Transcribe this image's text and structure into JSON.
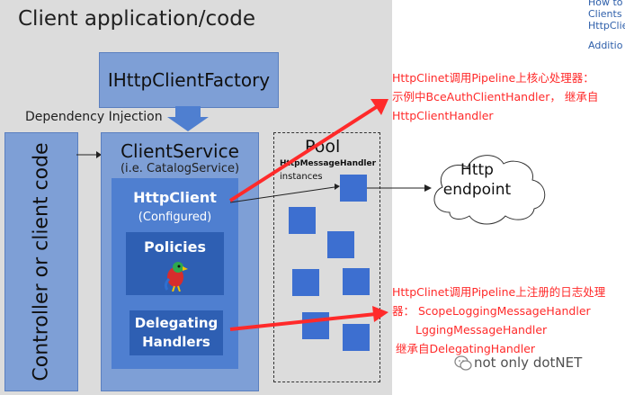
{
  "title": "Client application/code",
  "factory": {
    "label": "IHttpClientFactory"
  },
  "di_label": "Dependency Injection",
  "controller": {
    "label": "Controller or client code"
  },
  "client_service": {
    "title": "ClientService",
    "subtitle": "(i.e. CatalogService)"
  },
  "http_client": {
    "title": "HttpClient",
    "subtitle": "(Configured)"
  },
  "policies": {
    "label": "Policies"
  },
  "delegating": {
    "line1": "Delegating",
    "line2": "Handlers"
  },
  "pool": {
    "title": "Pool",
    "sub1": "HttpMessageHandler",
    "sub2": "instances"
  },
  "endpoint": {
    "line1": "Http",
    "line2": "endpoint"
  },
  "annotation_top": {
    "line1": "HttpClinet调用Pipeline上核心处理器：",
    "line2": "示例中BceAuthClientHandler， 继承自",
    "line3": "HttpClientHandler"
  },
  "annotation_bottom": {
    "line1": "HttpClinet调用Pipeline上注册的日志处理",
    "line2": "器：  ScopeLoggingMessageHandler",
    "line3": "LggingMessageHandler",
    "line4": "继承自DelegatingHandler"
  },
  "corner_links": [
    "How to",
    "Clients v",
    "HttpClie",
    "Additio"
  ],
  "watermark": "not only dotNET",
  "colors": {
    "box_light": "#7e9fd6",
    "box_mid": "#4f7fd0",
    "box_dark": "#2e5fb3",
    "annotation_red": "#ff2a2a",
    "background_gray": "#dcdcdc"
  }
}
